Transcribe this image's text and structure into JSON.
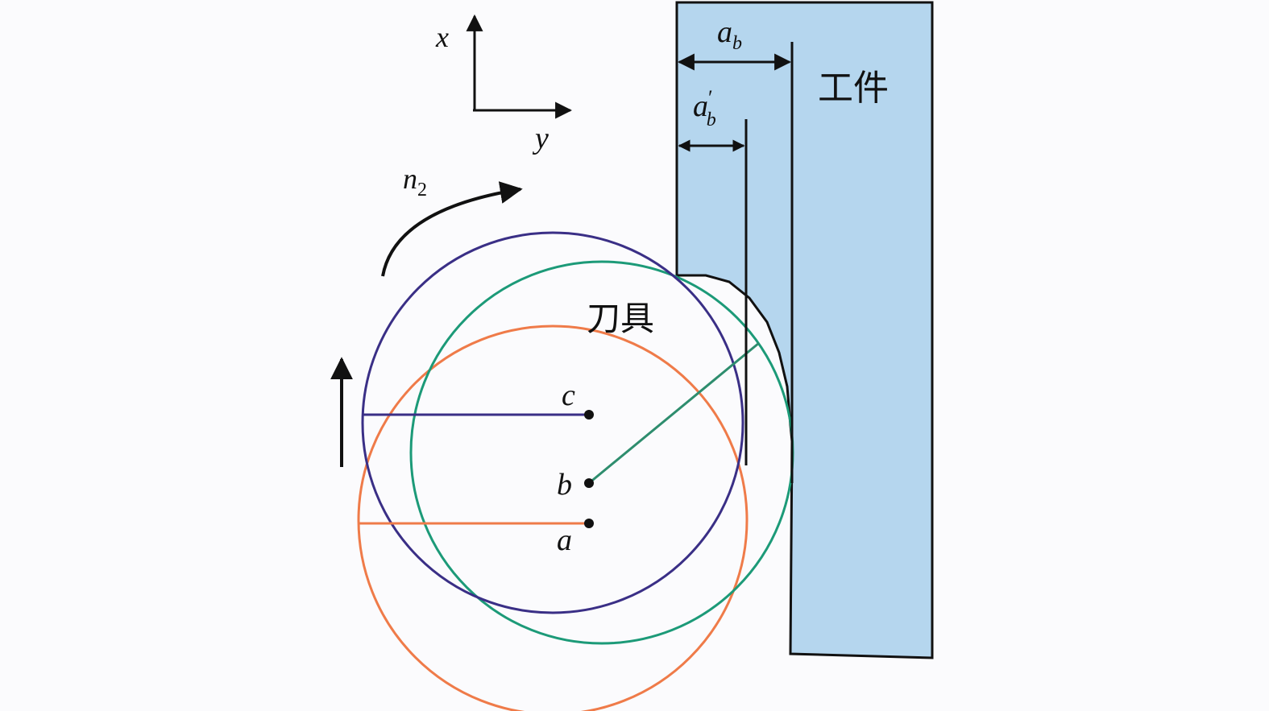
{
  "colors": {
    "background": "#fbfbfd",
    "workpiece_fill": "#b5d6ee",
    "outline": "#111111",
    "circle_a": "#ef7b49",
    "circle_b": "#1c9a78",
    "circle_c": "#3a2f86",
    "radius_b_line": "#2e8d6e"
  },
  "axes": {
    "x_label": "x",
    "y_label": "y"
  },
  "rotation": {
    "label": "n",
    "subscript": "2"
  },
  "labels": {
    "workpiece": "工件",
    "tool": "刀具",
    "depth_full": {
      "main": "a",
      "sub": "b"
    },
    "depth_partial": {
      "main": "a",
      "sub": "b",
      "prime": "′"
    }
  },
  "centers": [
    {
      "id": "c",
      "label": "c"
    },
    {
      "id": "b",
      "label": "b"
    },
    {
      "id": "a",
      "label": "a"
    }
  ],
  "icons": {
    "feed_arrow": "up-arrow-icon",
    "rotation_arrow": "curved-arrow-icon"
  }
}
